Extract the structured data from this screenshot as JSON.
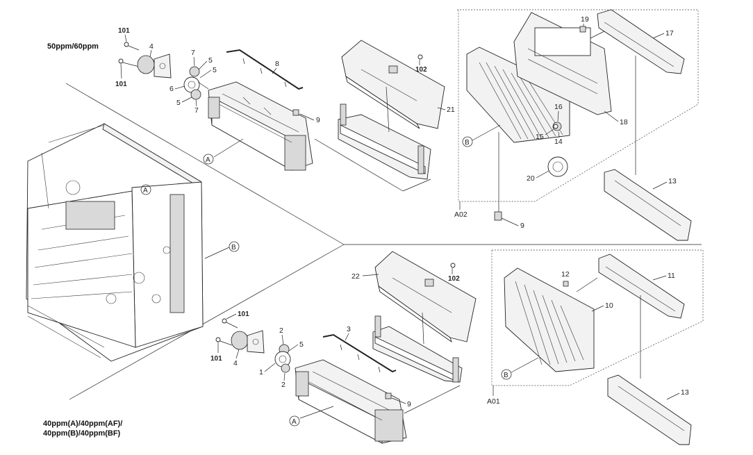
{
  "models": {
    "top": "50ppm/60ppm",
    "bottom_line1": "40ppm(A)/40ppm(AF)/",
    "bottom_line2": "40ppm(B)/40ppm(BF)"
  },
  "refs": {
    "A": "A",
    "B": "B"
  },
  "assemblies": {
    "a01": "A01",
    "a02": "A02"
  },
  "labels": {
    "p101": "101",
    "p102": "102",
    "p2": "2",
    "p3": "3",
    "p4": "4",
    "p5": "5",
    "p6": "6",
    "p7": "7",
    "p8": "8",
    "p9": "9",
    "p10": "10",
    "p11": "11",
    "p12": "12",
    "p13": "13",
    "p14": "14",
    "p15": "15",
    "p16": "16",
    "p17": "17",
    "p18": "18",
    "p19": "19",
    "p20": "20",
    "p21": "21",
    "p22": "22",
    "p1": "1"
  },
  "colors": {
    "line": "#222222",
    "part_fill": "#f2f2f2",
    "background": "#ffffff"
  }
}
